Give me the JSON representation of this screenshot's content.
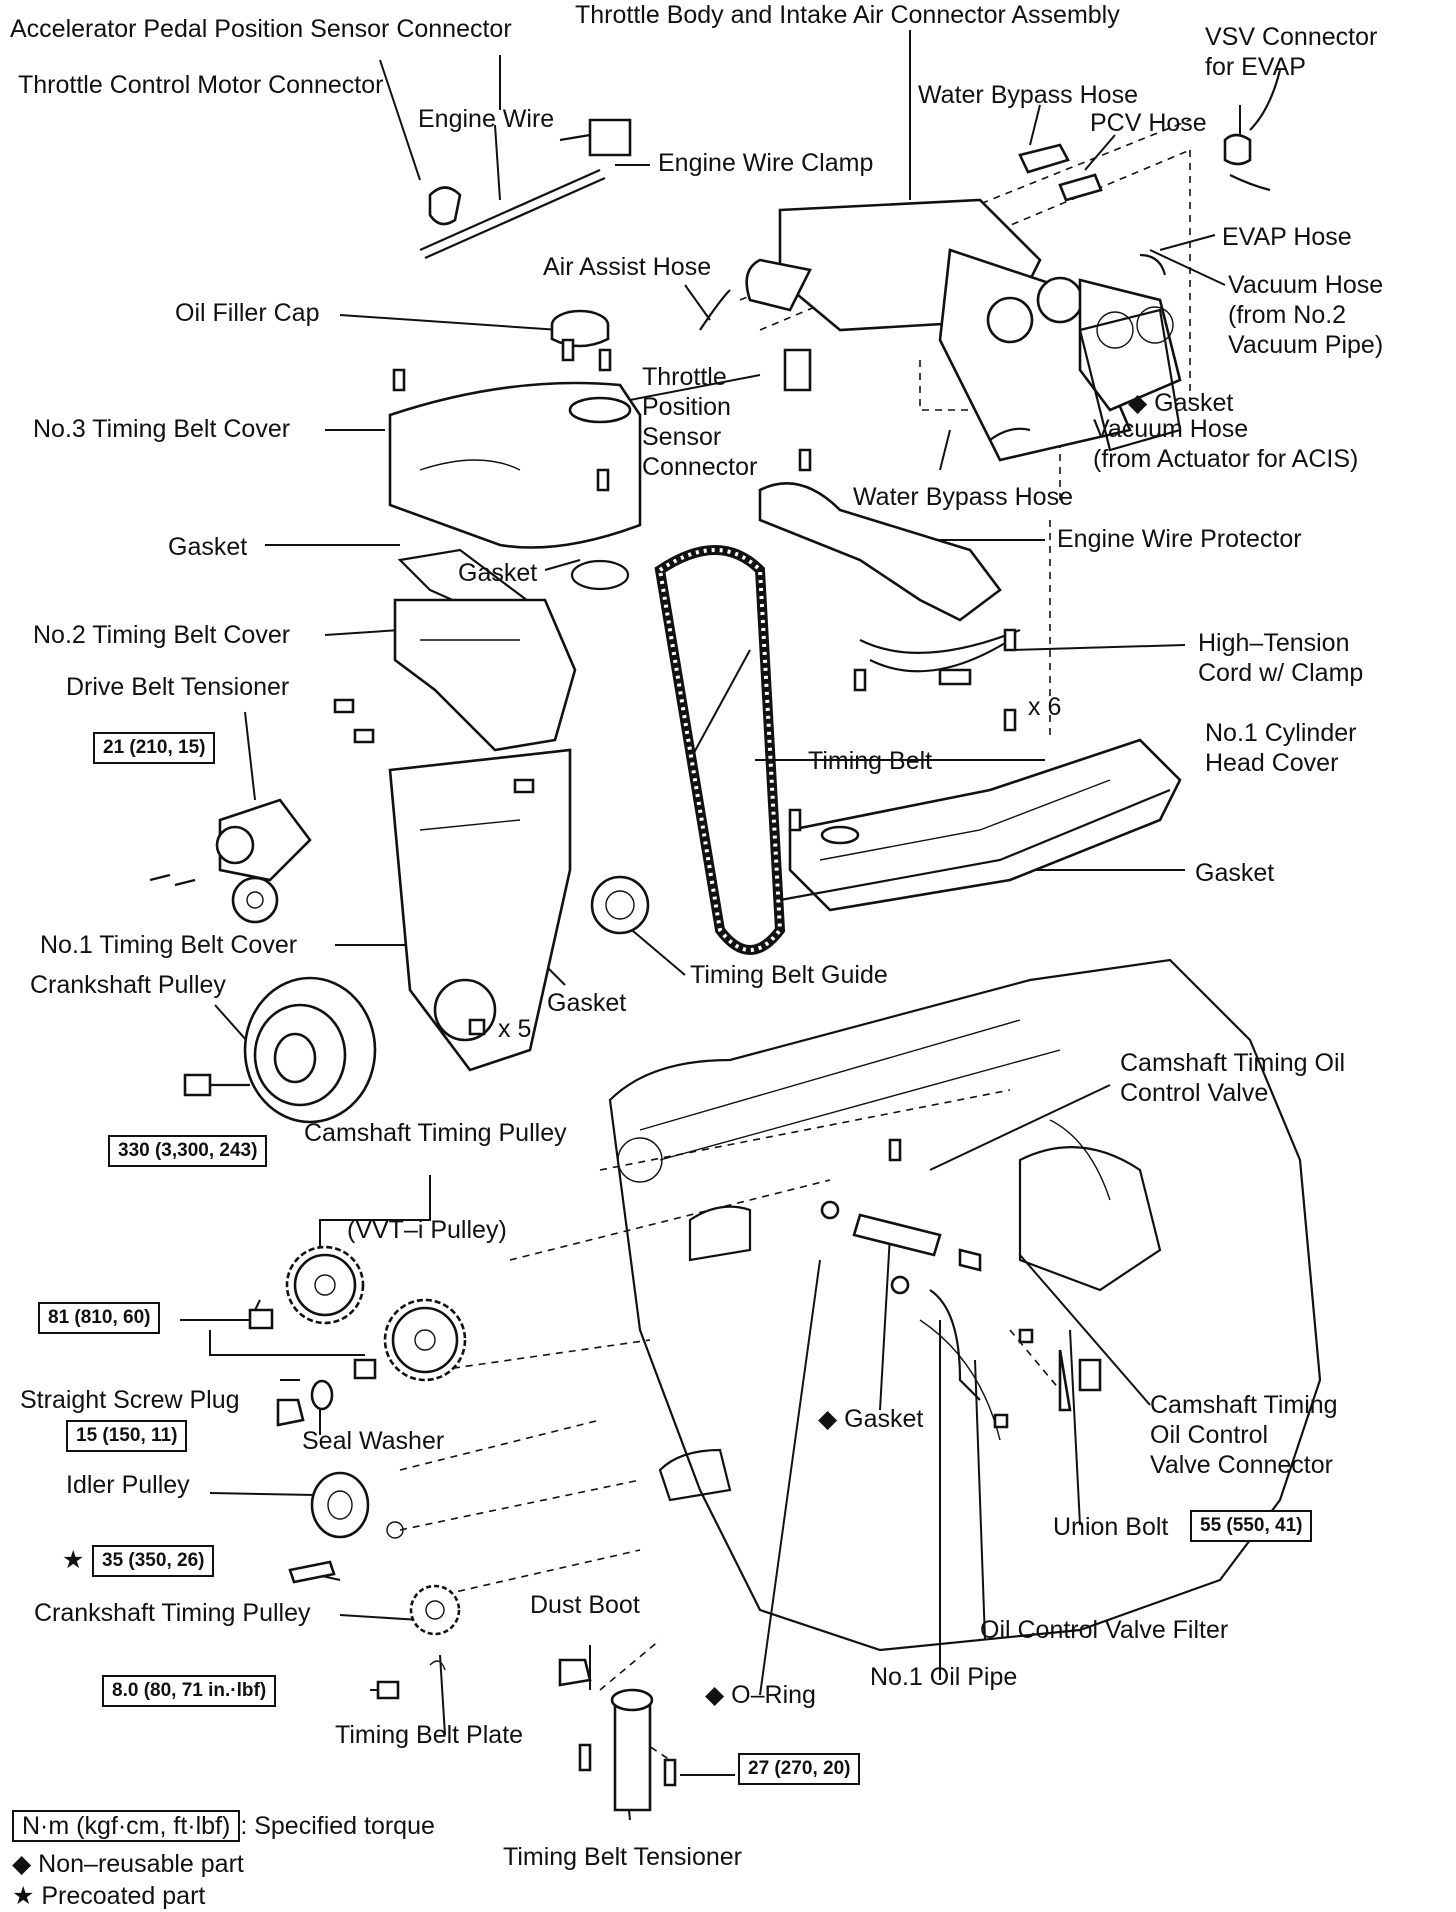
{
  "labels": {
    "accel_pedal": "Accelerator Pedal Position Sensor Connector",
    "throttle_body": "Throttle Body and Intake Air Connector Assembly",
    "vsv_connector": "VSV Connector\nfor EVAP",
    "throttle_motor": "Throttle Control Motor Connector",
    "water_bypass_top": "Water Bypass Hose",
    "engine_wire": "Engine Wire",
    "pcv_hose": "PCV Hose",
    "engine_wire_clamp": "Engine Wire Clamp",
    "evap_hose": "EVAP Hose",
    "air_assist": "Air Assist Hose",
    "vacuum_no2": "Vacuum Hose\n(from No.2\nVacuum Pipe)",
    "oil_filler": "Oil Filler Cap",
    "tps": "Throttle\nPosition\nSensor\nConnector",
    "gasket_intake": "◆ Gasket",
    "no3_cover": "No.3 Timing Belt Cover",
    "vacuum_acis": "Vacuum Hose\n(from Actuator for ACIS)",
    "water_bypass_bottom": "Water Bypass Hose",
    "gasket_left": "Gasket",
    "gasket_ring": "Gasket",
    "wire_protector": "Engine Wire Protector",
    "no2_cover": "No.2 Timing Belt Cover",
    "ht_cord": "High–Tension\nCord w/ Clamp",
    "drive_belt_tensioner": "Drive Belt Tensioner",
    "x6": "x 6",
    "no1_head_cover": "No.1 Cylinder\nHead Cover",
    "timing_belt": "Timing Belt",
    "gasket_head": "Gasket",
    "no1_cover": "No.1 Timing Belt Cover",
    "crank_pulley": "Crankshaft Pulley",
    "belt_guide": "Timing Belt Guide",
    "gasket_no1": "Gasket",
    "x5": "x 5",
    "cam_ocv": "Camshaft Timing Oil\nControl Valve",
    "cam_pulley": "Camshaft Timing Pulley",
    "vvti": "(VVT–i Pulley)",
    "straight_plug": "Straight Screw Plug",
    "seal_washer": "Seal Washer",
    "gasket_bottom": "◆ Gasket",
    "ocv_connector": "Camshaft Timing\nOil Control\nValve Connector",
    "idler_pulley": "Idler Pulley",
    "union_bolt": "Union Bolt",
    "crank_timing_pulley": "Crankshaft Timing Pulley",
    "dust_boot": "Dust Boot",
    "ocv_filter": "Oil Control Valve Filter",
    "no1_oil_pipe": "No.1 Oil Pipe",
    "o_ring": "◆ O–Ring",
    "timing_belt_plate": "Timing Belt Plate",
    "timing_belt_tensioner": "Timing Belt Tensioner"
  },
  "torques": {
    "t21": "21 (210, 15)",
    "t330": "330 (3,300, 243)",
    "t81": "81 (810, 60)",
    "t15": "15 (150, 11)",
    "t35": "35 (350, 26)",
    "t8": "8.0 (80, 71 in.·lbf)",
    "t27": "27 (270, 20)",
    "t55": "55 (550, 41)"
  },
  "legend": {
    "unit_box": "N·m (kgf·cm, ft·lbf)",
    "unit_text": ": Specified torque",
    "non_reusable": "◆ Non–reusable part",
    "precoated": "★ Precoated part",
    "star": "★"
  }
}
